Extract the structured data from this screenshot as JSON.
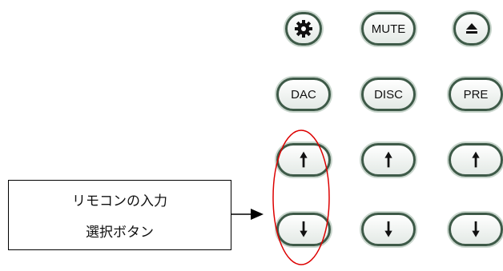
{
  "remote": {
    "row1": {
      "settings_icon": "gear-icon",
      "mute_label": "MUTE",
      "eject_icon": "eject-icon"
    },
    "row2": {
      "dac_label": "DAC",
      "disc_label": "DISC",
      "pre_label": "PRE"
    },
    "up_arrow": "🠕",
    "down_arrow": "🠗"
  },
  "callout": {
    "line1": "リモコンの入力",
    "line2": "選択ボタン"
  },
  "colors": {
    "button_border": "#3e5a48",
    "button_glow": "#c9d6cd",
    "highlight": "#dd0000"
  }
}
